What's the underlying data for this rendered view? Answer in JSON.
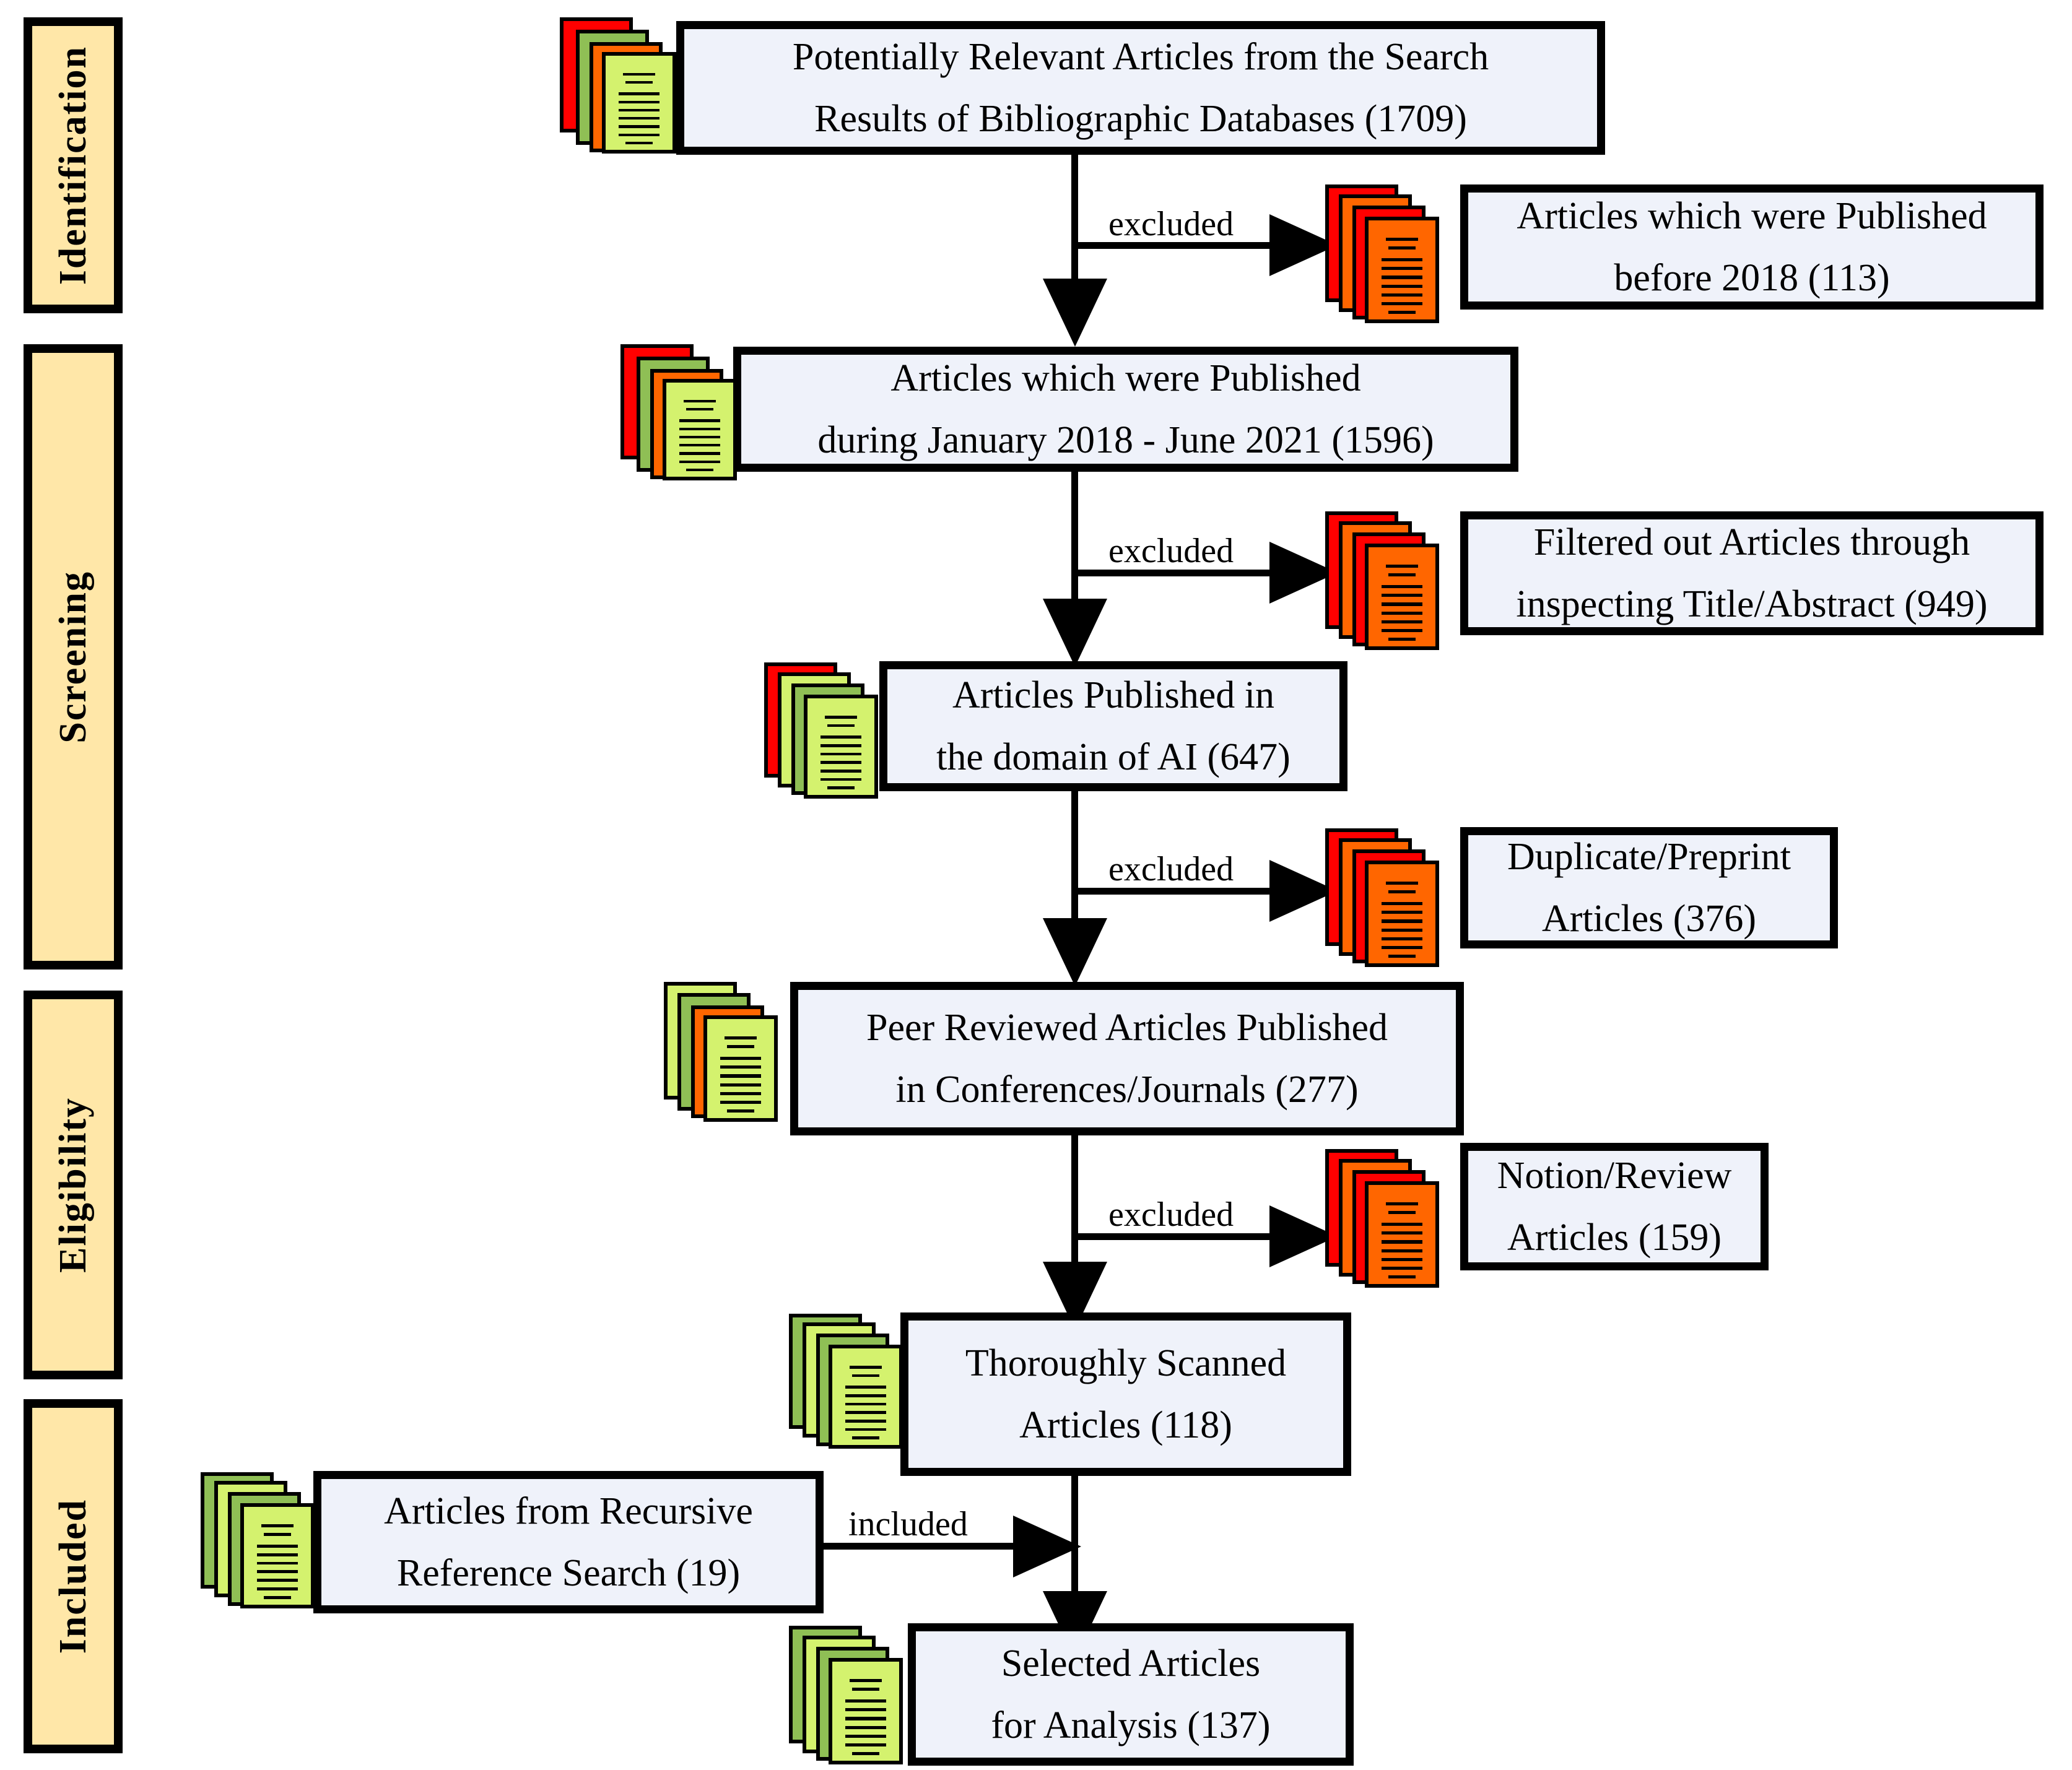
{
  "diagram": {
    "type": "prisma-flow-diagram",
    "title": "",
    "box_fill": "#eff2fa",
    "phase_fill": "#ffe7a8",
    "border_color": "#000000",
    "stack_colors": {
      "red": "#ff0000",
      "orange": "#ff6600",
      "olive_green": "#8fbf55",
      "light_green": "#d4f26e"
    }
  },
  "phases": [
    {
      "id": "identification",
      "label": "Identification"
    },
    {
      "id": "screening",
      "label": "Screening"
    },
    {
      "id": "eligibility",
      "label": "Eligibility"
    },
    {
      "id": "included",
      "label": "Included"
    }
  ],
  "main_flow": [
    {
      "id": "n1",
      "line1": "Potentially Relevant Articles from the Search",
      "line2": "Results of Bibliographic Databases (1709)",
      "count": "1709",
      "icon": "document-stack-icon"
    },
    {
      "id": "n2",
      "line1": "Articles which were Published",
      "line2": "during January 2018 - June 2021 (1596)",
      "count": "1596",
      "icon": "document-stack-icon"
    },
    {
      "id": "n3",
      "line1": "Articles Published in",
      "line2": "the domain of AI  (647)",
      "count": "647",
      "icon": "document-stack-icon"
    },
    {
      "id": "n4",
      "line1": "Peer Reviewed Articles Published",
      "line2": "in Conferences/Journals  (277)",
      "count": "277",
      "icon": "document-stack-icon"
    },
    {
      "id": "n5",
      "line1": "Thoroughly Scanned",
      "line2": "Articles  (118)",
      "count": "118",
      "icon": "document-stack-icon"
    },
    {
      "id": "n7",
      "line1": "Selected Articles",
      "line2": "for Analysis  (137)",
      "count": "137",
      "icon": "document-stack-icon"
    }
  ],
  "side_inputs": [
    {
      "id": "n6",
      "line1": "Articles from Recursive",
      "line2": "Reference Search (19)",
      "count": "19",
      "icon": "document-stack-icon"
    }
  ],
  "excluded_nodes": [
    {
      "id": "x1",
      "line1": "Articles which were Published",
      "line2": "before 2018 (113)",
      "count": "113",
      "icon": "document-stack-icon"
    },
    {
      "id": "x2",
      "line1": "Filtered out Articles through",
      "line2": "inspecting Title/Abstract (949)",
      "count": "949",
      "icon": "document-stack-icon"
    },
    {
      "id": "x3",
      "line1": "Duplicate/Preprint",
      "line2": "Articles (376)",
      "count": "376",
      "icon": "document-stack-icon"
    },
    {
      "id": "x4",
      "line1": "Notion/Review",
      "line2": "Articles (159)",
      "count": "159",
      "icon": "document-stack-icon"
    }
  ],
  "edge_labels": {
    "excluded_1": "excluded",
    "excluded_2": "excluded",
    "excluded_3": "excluded",
    "excluded_4": "excluded",
    "included_1": "included"
  }
}
